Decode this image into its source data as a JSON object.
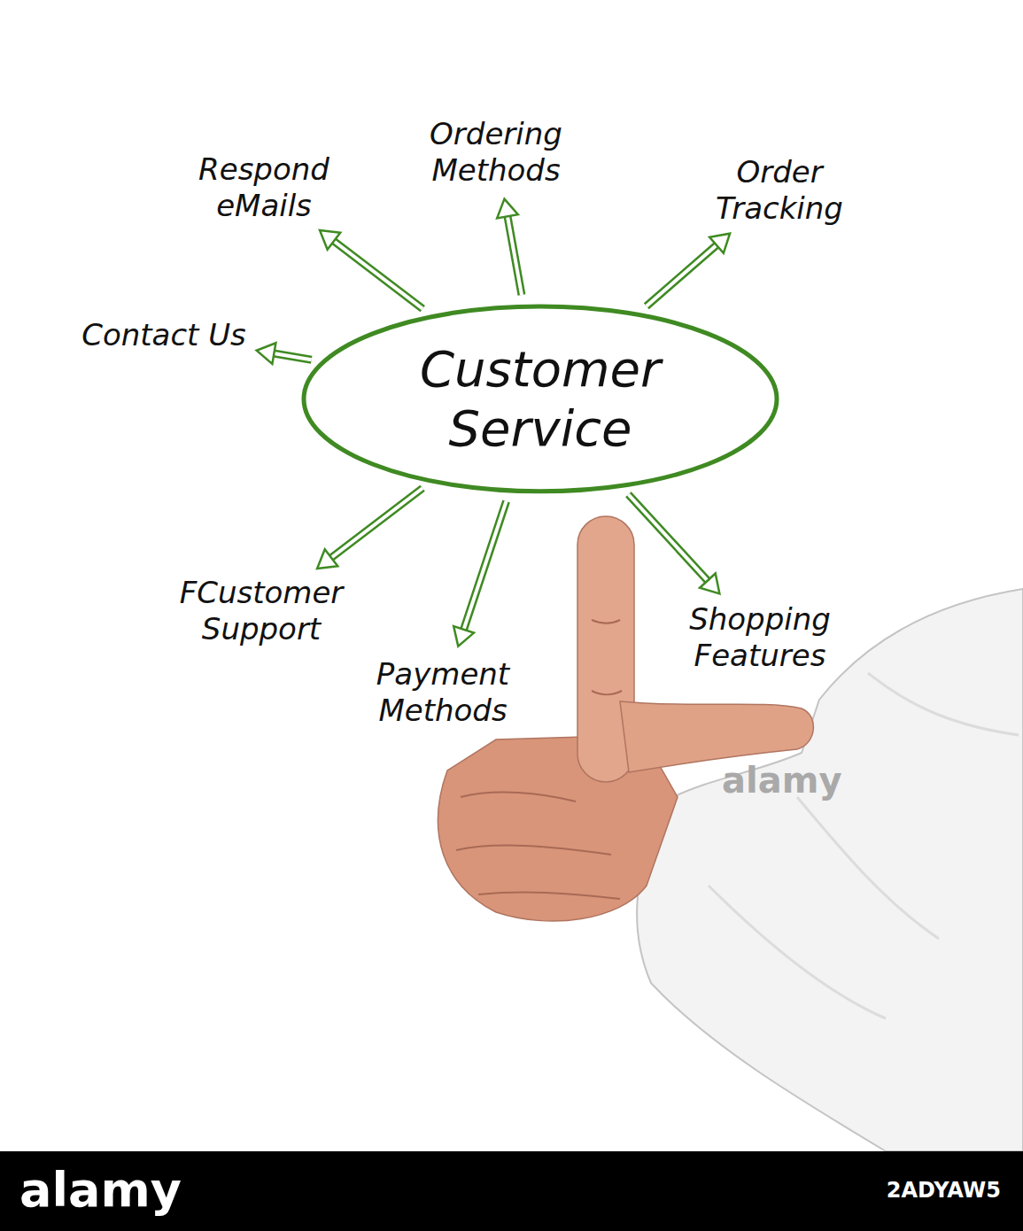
{
  "diagram": {
    "nodes": [
      {
        "text": [
          "Customer Service"
        ]
      },
      {
        "text": [
          "Respond eMails"
        ]
      },
      {
        "text": [
          "Ordering Methods"
        ]
      },
      {
        "text": [
          "Order Tracking"
        ]
      },
      {
        "text": [
          "Contact Us"
        ]
      },
      {
        "text": [
          "FCustomer Support"
        ]
      },
      {
        "text": [
          "Payment Methods"
        ]
      },
      {
        "text": [
          "Shopping Features"
        ]
      }
    ],
    "edges": [
      {
        "from": 0,
        "to": 1,
        "arrow": "to"
      },
      {
        "from": 0,
        "to": 2,
        "arrow": "to"
      },
      {
        "from": 0,
        "to": 3,
        "arrow": "to"
      },
      {
        "from": 0,
        "to": 4,
        "arrow": "to"
      },
      {
        "from": 0,
        "to": 5,
        "arrow": "to"
      },
      {
        "from": 0,
        "to": 6,
        "arrow": "to"
      },
      {
        "from": 0,
        "to": 7,
        "arrow": "to"
      }
    ],
    "labels": [
      "alamy",
      "alamy",
      "2ADYAW5"
    ]
  }
}
